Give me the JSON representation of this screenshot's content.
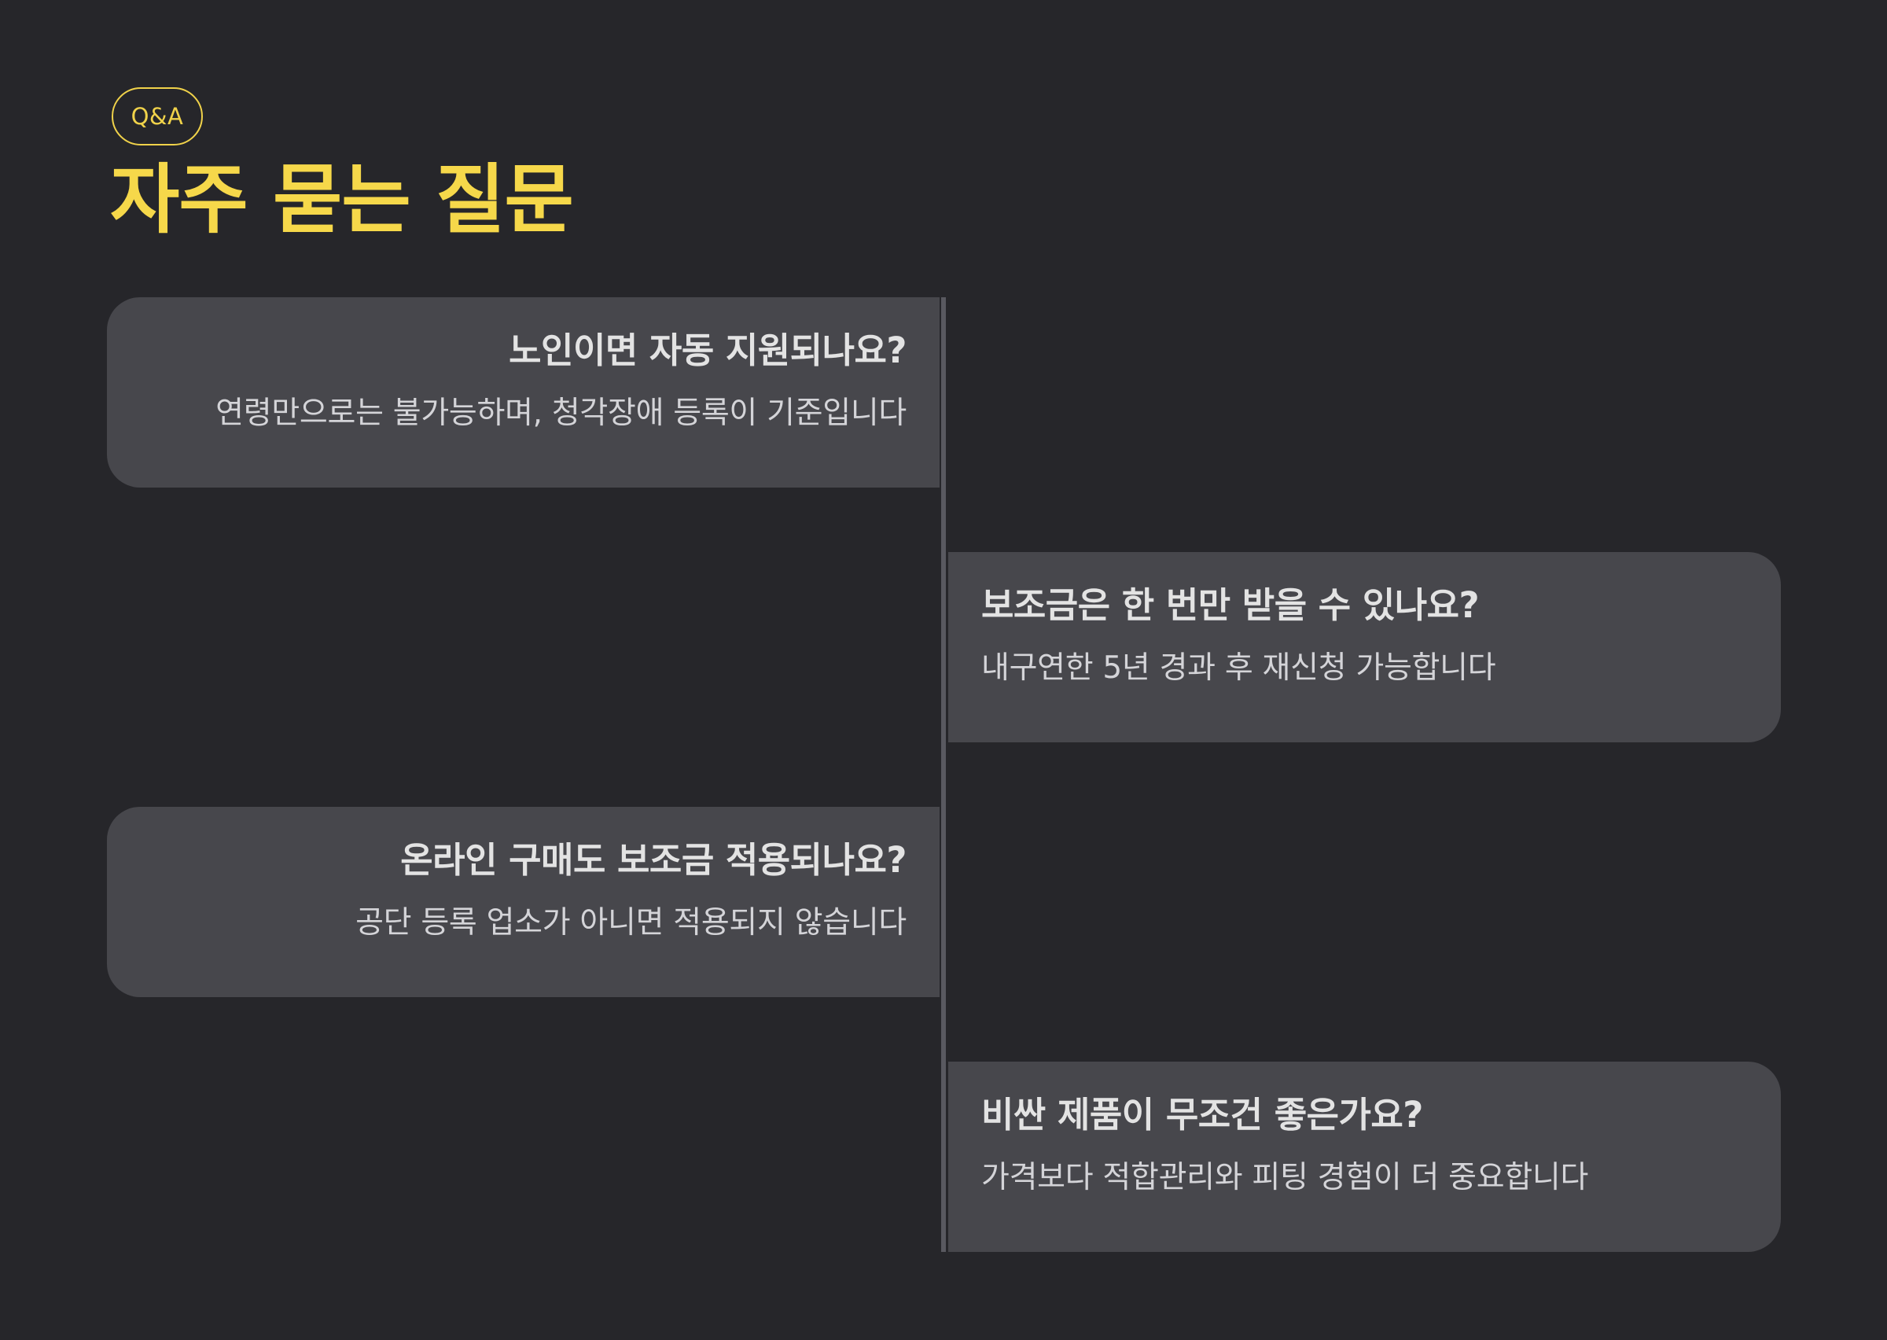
{
  "header": {
    "badge": "Q&A",
    "title": "자주 묻는 질문"
  },
  "faq": [
    {
      "question": "노인이면 자동 지원되나요?",
      "answer": "연령만으로는 불가능하며, 청각장애 등록이 기준입니다"
    },
    {
      "question": "보조금은 한 번만 받을 수 있나요?",
      "answer": "내구연한 5년 경과 후 재신청 가능합니다"
    },
    {
      "question": "온라인 구매도 보조금 적용되나요?",
      "answer": "공단 등록 업소가 아니면 적용되지 않습니다"
    },
    {
      "question": "비싼 제품이 무조건 좋은가요?",
      "answer": "가격보다 적합관리와 피팅 경험이 더 중요합니다"
    }
  ],
  "colors": {
    "background": "#26262a",
    "accent": "#f6d84a",
    "card": "#47474c",
    "divider": "#595960"
  }
}
